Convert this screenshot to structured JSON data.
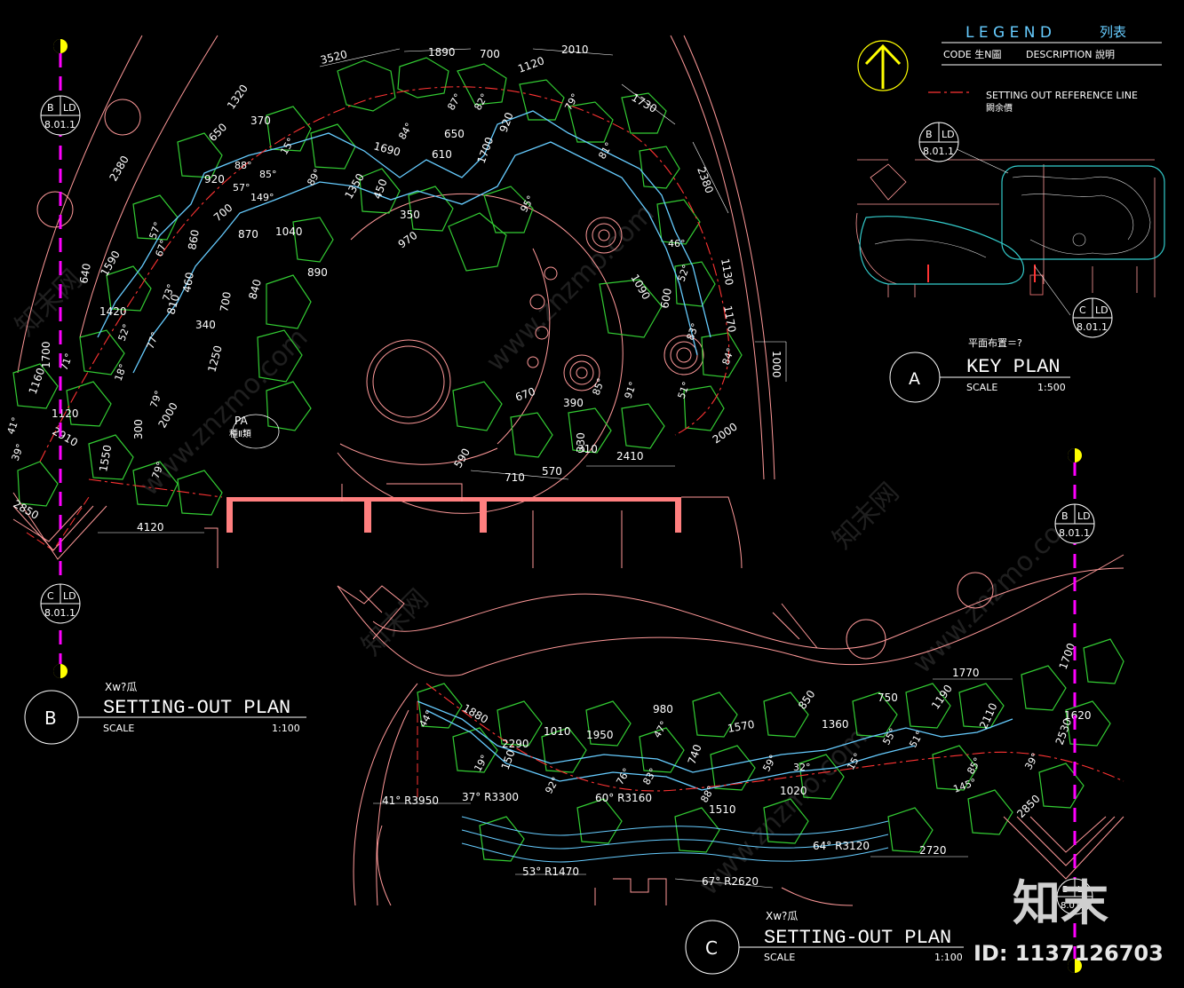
{
  "colors": {
    "background": "#000000",
    "planting": "#33cc33",
    "reference_line": "#ff3333",
    "path_edge": "#66ccff",
    "linework": "#ff9999",
    "building": "#ff7f7f",
    "dimension": "#ffffff",
    "section_line": "#ff00ff",
    "section_marker": "#ffff00",
    "north_arrow": "#ffff00",
    "keyplan_highlight": "#33cccc",
    "watermark": "#4a4a4a"
  },
  "legend": {
    "title": "L E G E N D",
    "title_cn": "列表",
    "col_code": "CODE 生N圖",
    "col_desc": "DESCRIPTION  說明",
    "item_label": "SETTING  OUT  REFERENCE  LINE",
    "item_label_cn": "闕余價"
  },
  "markers": {
    "b_top": {
      "letter": "B",
      "sub": "LD",
      "ref": "8.01.1"
    },
    "c_left_bottom": {
      "letter": "C",
      "sub": "LD",
      "ref": "8.01.1"
    },
    "b_right": {
      "letter": "B",
      "sub": "LD",
      "ref": "8.01.1"
    },
    "c_right": {
      "letter": "B",
      "sub": "LD",
      "ref": "8.01.1"
    },
    "key_b": {
      "letter": "B",
      "sub": "LD",
      "ref": "8.01.1"
    },
    "key_c": {
      "letter": "C",
      "sub": "LD",
      "ref": "8.01.1"
    }
  },
  "key_plan": {
    "caption_cn": "平面布置＝?",
    "letter": "A",
    "title": "KEY PLAN",
    "scale_label": "SCALE",
    "scale_value": "1:500"
  },
  "plan_b": {
    "caption_cn": "Ⅹw?瓜",
    "letter": "B",
    "title": "SETTING-OUT  PLAN",
    "scale_label": "SCALE",
    "scale_value": "1:100"
  },
  "plan_c": {
    "caption_cn": "Ⅹw?瓜",
    "letter": "C",
    "title": "SETTING-OUT  PLAN",
    "scale_label": "SCALE",
    "scale_value": "1:100"
  },
  "pa_label": {
    "code": "PA",
    "text": "種Ⅱ類"
  },
  "dimensions_b": [
    "3520",
    "1890",
    "700",
    "2010",
    "1120",
    "1320",
    "370",
    "650",
    "1730",
    "2380",
    "920",
    "1690",
    "610",
    "650",
    "1700",
    "920",
    "2380",
    "700",
    "1350",
    "450",
    "350",
    "970",
    "860",
    "870",
    "1040",
    "1590",
    "640",
    "1420",
    "890",
    "460",
    "810",
    "700",
    "840",
    "1090",
    "600",
    "1130",
    "1170",
    "340",
    "1000",
    "1250",
    "1700",
    "1120",
    "2000",
    "670",
    "390",
    "2910",
    "300",
    "2000",
    "1550",
    "330",
    "590",
    "710",
    "570",
    "310",
    "2410",
    "2850",
    "4120",
    "1160"
  ],
  "angles_b": [
    "84°",
    "87°",
    "82°",
    "79°",
    "81°",
    "89°",
    "85°",
    "57°",
    "149°",
    "88°",
    "95°",
    "15°",
    "46°",
    "57°",
    "67°",
    "73°",
    "52°",
    "77°",
    "71°",
    "18°",
    "79°",
    "52°",
    "84°",
    "51°",
    "83°",
    "91°",
    "85°",
    "39°",
    "41°",
    "79°"
  ],
  "dimensions_c": [
    "1880",
    "2290",
    "1010",
    "1950",
    "980",
    "1570",
    "850",
    "1360",
    "750",
    "1770",
    "1190",
    "2110",
    "1620",
    "1700",
    "2530",
    "1510",
    "1020",
    "2850",
    "2720",
    "740",
    "150"
  ],
  "radii_c": [
    "41° R3950",
    "37° R3300",
    "60° R3160",
    "53° R1470",
    "67° R2620",
    "64° R3120"
  ],
  "angles_c": [
    "44°",
    "19°",
    "92°",
    "76°",
    "83°",
    "47°",
    "88°",
    "32°",
    "15°",
    "55°",
    "51°",
    "85°",
    "145°",
    "39°",
    "59°"
  ],
  "watermark": {
    "logo": "知末",
    "id": "ID: 1137126703",
    "site": "www.znzmo.com",
    "brand": "知末网"
  }
}
